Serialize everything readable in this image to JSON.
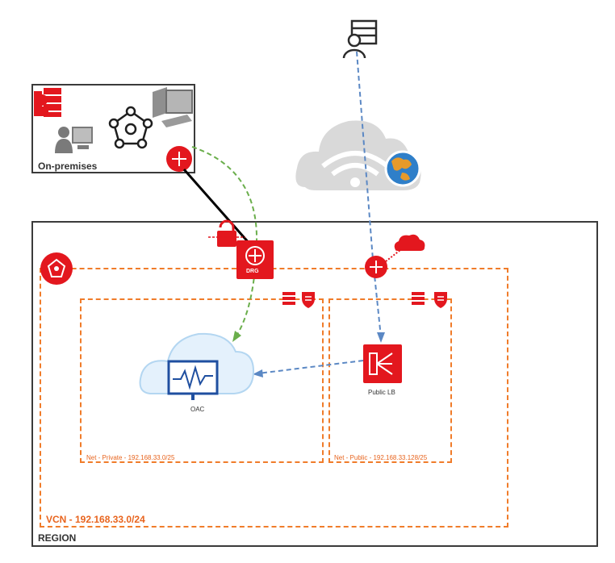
{
  "labels": {
    "on_premises": "On-premises",
    "region": "REGION",
    "vcn": "VCN - 192.168.33.0/24",
    "private_subnet": "Net - Private - 192.168.33.0/25",
    "public_subnet": "Net - Public - 192.168.33.128/25",
    "oac": "OAC",
    "public_lb": "Public LB",
    "drg": "DRG"
  },
  "colors": {
    "oracle_red": "#e3171e",
    "subnet_orange": "#f07c2a",
    "frame_gray": "#3b3b3b",
    "flow_blue": "#5b88c4",
    "flow_green": "#6aae4b",
    "oac_blue": "#1f4fa0"
  },
  "icons": [
    "user-server-icon",
    "internet-cloud-icon",
    "on-premises-servers-icon",
    "user-workstation-icon",
    "network-hub-icon",
    "desktop-computer-icon",
    "cpe-router-icon",
    "vpn-lock-icon",
    "drg-icon",
    "vcn-icon",
    "internet-gateway-icon",
    "cloud-icon",
    "route-table-icon",
    "security-list-icon",
    "oac-cloud-icon",
    "load-balancer-icon"
  ]
}
